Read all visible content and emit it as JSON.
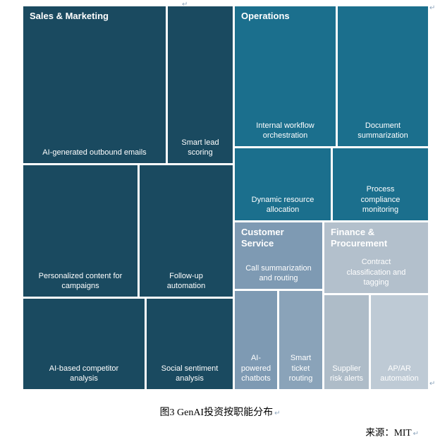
{
  "page": {
    "caption": "图3 GenAI投资按职能分布",
    "source": "来源：MIT",
    "formatting_mark": "↵"
  },
  "chart_data": {
    "type": "treemap",
    "title": "图3 GenAI投资按职能分布",
    "source_note": "来源：MIT",
    "legend": "none",
    "groups": [
      {
        "name": "Sales & Marketing",
        "color": "#1A4A60",
        "items": [
          {
            "label": "AI-generated outbound emails",
            "color": "#1A4A60",
            "area_pct_est": 14.7
          },
          {
            "label": "Smart lead scoring",
            "color": "#1A4A60",
            "area_pct_est": 6.7
          },
          {
            "label": "Personalized content for campaigns",
            "color": "#1A4A60",
            "area_pct_est": 9.9
          },
          {
            "label": "Follow-up automation",
            "color": "#1A4A60",
            "area_pct_est": 8.0
          },
          {
            "label": "AI-based competitor analysis",
            "color": "#1A4A60",
            "area_pct_est": 7.3
          },
          {
            "label": "Social sentiment analysis",
            "color": "#1A4A60",
            "area_pct_est": 5.1
          }
        ]
      },
      {
        "name": "Operations",
        "color": "#1B6F8D",
        "items": [
          {
            "label": "Internal workflow orchestration",
            "color": "#1B6F8D",
            "area_pct_est": 9.4
          },
          {
            "label": "Document summarization",
            "color": "#1B6F8D",
            "area_pct_est": 8.4
          },
          {
            "label": "Dynamic resource allocation",
            "color": "#1B6F8D",
            "area_pct_est": 4.6
          },
          {
            "label": "Process compliance monitoring",
            "color": "#1B6F8D",
            "area_pct_est": 4.6
          }
        ]
      },
      {
        "name": "Customer Service",
        "color": "#7E9AB3",
        "items": [
          {
            "label": "Call summarization and routing",
            "color": "#7E9AB3",
            "area_pct_est": 3.9
          },
          {
            "label": "AI-powered chatbots",
            "color": "#7E9AB3",
            "area_pct_est": 2.8
          },
          {
            "label": "Smart ticket routing",
            "color": "#8AA3B9",
            "area_pct_est": 2.9
          }
        ]
      },
      {
        "name": "Finance & Procurement",
        "color": "#B3C0CC",
        "items": [
          {
            "label": "Contract classification and tagging",
            "color": "#B3C0CC",
            "area_pct_est": 5.0
          },
          {
            "label": "Supplier risk alerts",
            "color": "#AEBCC8",
            "area_pct_est": 2.8
          },
          {
            "label": "AP/AR automation",
            "color": "#BECAD5",
            "area_pct_est": 3.7
          }
        ]
      }
    ]
  }
}
